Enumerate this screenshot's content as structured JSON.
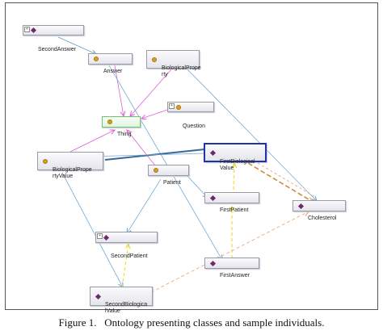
{
  "figure": {
    "caption": "Figure 1.   Ontology presenting classes and sample individuals."
  },
  "nodes": {
    "second_answer": {
      "label": "SecondAnswer",
      "kind": "individual"
    },
    "answer": {
      "label": "Answer",
      "kind": "class"
    },
    "biological_property": {
      "label": "BiologicalPrope\nrty",
      "kind": "class"
    },
    "question": {
      "label": "Question",
      "kind": "class"
    },
    "thing": {
      "label": "Thing",
      "kind": "class"
    },
    "biological_property_value": {
      "label": "BiologicalPrope\nrtyValue",
      "kind": "class"
    },
    "first_biological_value": {
      "label": "FirstBiological\nValue",
      "kind": "individual"
    },
    "patient": {
      "label": "Patient",
      "kind": "class"
    },
    "first_patient": {
      "label": "FirstPatient",
      "kind": "individual"
    },
    "cholesterol": {
      "label": "Cholesterol",
      "kind": "individual"
    },
    "second_patient": {
      "label": "SecondPatient",
      "kind": "individual"
    },
    "first_answer": {
      "label": "FirstAnswer",
      "kind": "individual"
    },
    "second_biological_value": {
      "label": "SecondBiologica\nlValue",
      "kind": "individual"
    }
  },
  "legend_colors": {
    "subclass": "#e060d8",
    "instance_of": "#5a9ed0",
    "has_value": "#f0dc3a",
    "has_property": "#f0a060",
    "selected_link": "#356a9a"
  }
}
